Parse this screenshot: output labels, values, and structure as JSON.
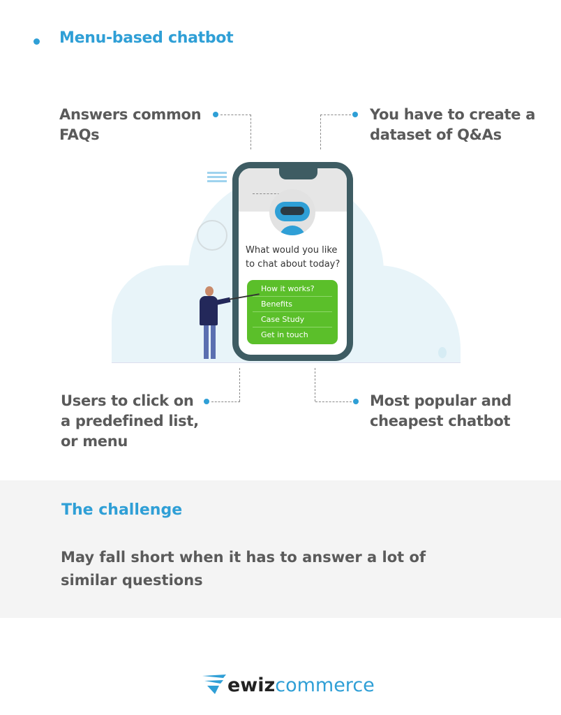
{
  "title": "Menu-based chatbot",
  "features": {
    "top_left": "Answers common FAQs",
    "top_right": "You have to create a dataset of Q&As",
    "bottom_left": "Users to click on a predefined list, or menu",
    "bottom_right": "Most popular and cheapest chatbot"
  },
  "phone": {
    "question": "What  would you like to chat about today?",
    "menu": [
      "How it works?",
      "Benefits",
      "Case Study",
      "Get in touch"
    ]
  },
  "challenge": {
    "title": "The challenge",
    "text": "May fall short when it has to answer a lot of similar questions"
  },
  "logo": {
    "part1": "ewiz",
    "part2": "commerce"
  },
  "colors": {
    "accent": "#2f9fd6",
    "green": "#5bbf2a",
    "phone": "#3e5c63"
  }
}
